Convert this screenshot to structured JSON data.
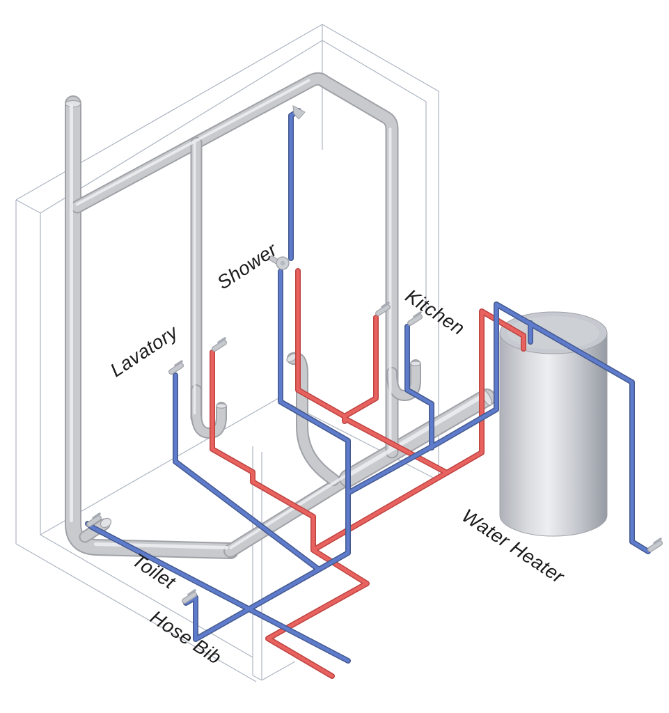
{
  "page": {
    "title": "Isometric residential plumbing diagram",
    "background": "#FFFFFF"
  },
  "labels": {
    "lavatory": "Lavatory",
    "shower": "Shower",
    "kitchen": "Kitchen",
    "toilet": "Toilet",
    "hose_bib": "Hose Bib",
    "water_heater": "Water Heater"
  },
  "colors": {
    "cold_water": "#5E7CCB",
    "cold_water_edge": "#44598F",
    "hot_water": "#E8635F",
    "hot_water_edge": "#BE4340",
    "drain_waste_vent_pipe": "#C9CACE",
    "drain_pipe_edge": "#9FA1A7",
    "pipe_highlight": "#EFF0F3",
    "wall_outline": "#A9B1BE",
    "water_heater_body": "#C2C5CB",
    "label_text": "#1B1B1B"
  }
}
